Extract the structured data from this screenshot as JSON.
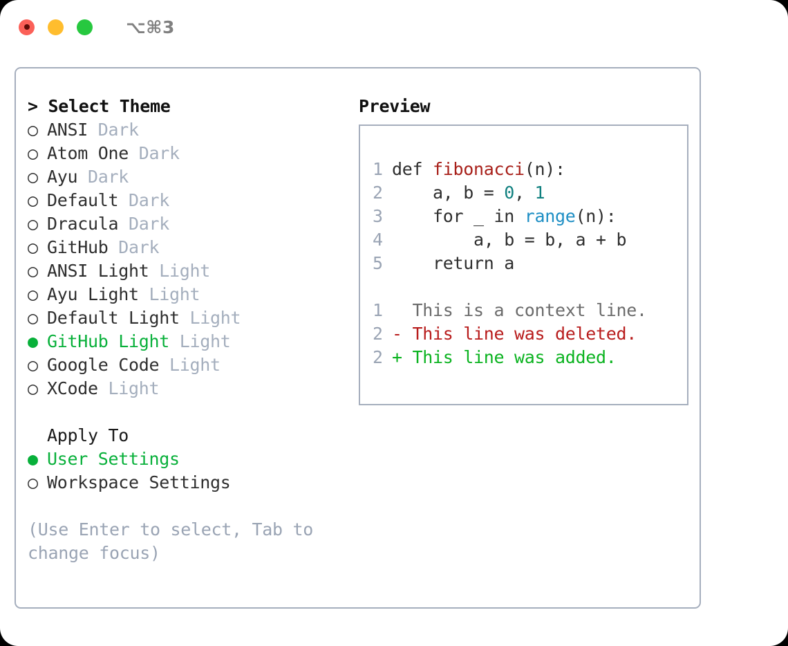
{
  "window": {
    "shortcut_label": "⌥⌘3",
    "traffic_lights": [
      "close",
      "minimize",
      "zoom"
    ]
  },
  "theme_selector": {
    "heading": "> Select Theme",
    "bullet_unselected": "○",
    "bullet_selected": "●",
    "items": [
      {
        "bullet": "○",
        "name": "ANSI",
        "tag": "Dark",
        "selected": false
      },
      {
        "bullet": "○",
        "name": "Atom One",
        "tag": "Dark",
        "selected": false
      },
      {
        "bullet": "○",
        "name": "Ayu",
        "tag": "Dark",
        "selected": false
      },
      {
        "bullet": "○",
        "name": "Default",
        "tag": "Dark",
        "selected": false
      },
      {
        "bullet": "○",
        "name": "Dracula",
        "tag": "Dark",
        "selected": false
      },
      {
        "bullet": "○",
        "name": "GitHub",
        "tag": "Dark",
        "selected": false
      },
      {
        "bullet": "○",
        "name": "ANSI Light",
        "tag": "Light",
        "selected": false
      },
      {
        "bullet": "○",
        "name": "Ayu Light",
        "tag": "Light",
        "selected": false
      },
      {
        "bullet": "○",
        "name": "Default Light",
        "tag": "Light",
        "selected": false
      },
      {
        "bullet": "●",
        "name": "GitHub Light",
        "tag": "Light",
        "selected": true
      },
      {
        "bullet": "○",
        "name": "Google Code",
        "tag": "Light",
        "selected": false
      },
      {
        "bullet": "○",
        "name": "XCode",
        "tag": "Light",
        "selected": false
      }
    ]
  },
  "apply_to": {
    "heading": "Apply To",
    "items": [
      {
        "bullet": "●",
        "name": "User Settings",
        "selected": true
      },
      {
        "bullet": "○",
        "name": "Workspace Settings",
        "selected": false
      }
    ]
  },
  "hint": "(Use Enter to select, Tab to change focus)",
  "preview": {
    "title": "Preview",
    "code_lines": [
      {
        "no": "1",
        "tokens": [
          {
            "t": "def ",
            "c": "plain"
          },
          {
            "t": "fibonacci",
            "c": "fn"
          },
          {
            "t": "(n):",
            "c": "plain"
          }
        ]
      },
      {
        "no": "2",
        "tokens": [
          {
            "t": "    a, b = ",
            "c": "plain"
          },
          {
            "t": "0",
            "c": "num"
          },
          {
            "t": ", ",
            "c": "plain"
          },
          {
            "t": "1",
            "c": "num"
          }
        ]
      },
      {
        "no": "3",
        "tokens": [
          {
            "t": "    for _ in ",
            "c": "plain"
          },
          {
            "t": "range",
            "c": "call"
          },
          {
            "t": "(n):",
            "c": "plain"
          }
        ]
      },
      {
        "no": "4",
        "tokens": [
          {
            "t": "        a, b = b, a + b",
            "c": "plain"
          }
        ]
      },
      {
        "no": "5",
        "tokens": [
          {
            "t": "    return a",
            "c": "plain"
          }
        ]
      }
    ],
    "diff_lines": [
      {
        "no": "1",
        "marker": "  ",
        "text": "This is a context line.",
        "kind": "ctx"
      },
      {
        "no": "2",
        "marker": "- ",
        "text": "This line was deleted.",
        "kind": "del"
      },
      {
        "no": "2",
        "marker": "+ ",
        "text": "This line was added.",
        "kind": "add"
      }
    ]
  },
  "colors": {
    "accent_green": "#08b03a",
    "muted": "#a4aebd",
    "border": "#a5aebd",
    "diff_add": "#0bb320",
    "diff_del": "#b81c1c",
    "fn_red": "#a8201a",
    "num_teal": "#10807f",
    "call_blue": "#1d8ec4",
    "light_red": "#fb6058",
    "light_yellow": "#ffbd2e",
    "light_green": "#27c83f"
  }
}
